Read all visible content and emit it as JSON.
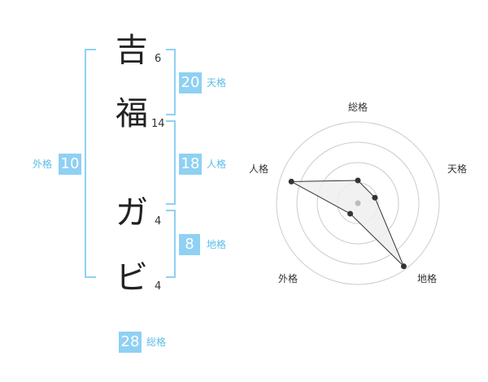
{
  "name_chars": [
    {
      "char": "吉",
      "strokes": "6"
    },
    {
      "char": "福",
      "strokes": "14"
    },
    {
      "char": "ガ",
      "strokes": "4"
    },
    {
      "char": "ビ",
      "strokes": "4"
    }
  ],
  "kakusu": {
    "tenkaku": {
      "value": "20",
      "label": "天格"
    },
    "jinkaku": {
      "value": "18",
      "label": "人格"
    },
    "chikaku": {
      "value": "8",
      "label": "地格"
    },
    "gaikaku": {
      "value": "10",
      "label": "外格"
    },
    "soukaku": {
      "value": "28",
      "label": "総格"
    }
  },
  "colors": {
    "accent": "#8fd0f3",
    "label": "#5bbde8",
    "ring": "#cccccc",
    "fill": "#eeeeee",
    "line": "#333333"
  },
  "chart_data": {
    "type": "radar",
    "axes": [
      "総格",
      "天格",
      "地格",
      "外格",
      "人格"
    ],
    "values": [
      0.28,
      0.22,
      0.96,
      0.16,
      0.86
    ],
    "range": [
      0,
      1
    ],
    "rings": 4
  }
}
